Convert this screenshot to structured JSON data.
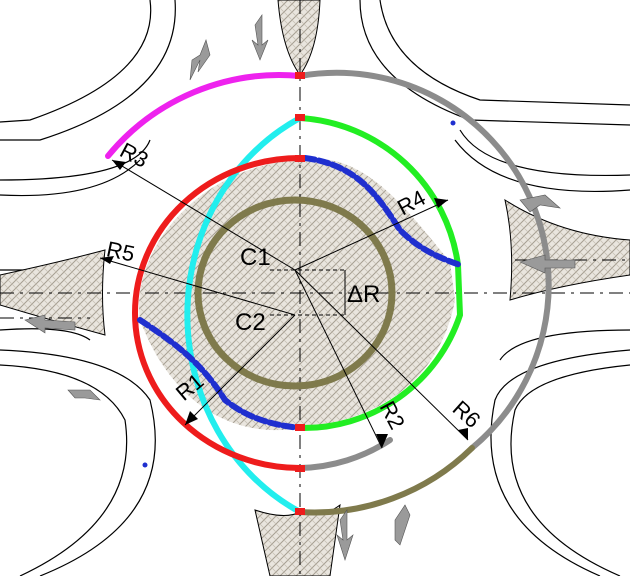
{
  "labels": {
    "c1": "C1",
    "c2": "C2",
    "delta_r": "ΔR",
    "r1": "R1",
    "r2": "R2",
    "r3": "R3",
    "r4": "R4",
    "r5": "R5",
    "r6": "R6"
  },
  "colors": {
    "inner_island": "#7f7a4c",
    "red_arc": "#ee1c1c",
    "green_arc": "#22ee22",
    "cyan_arc": "#22eeee",
    "magenta_arc": "#ee22ee",
    "gray_arc": "#8c8c8c",
    "olive_arc": "#7f7a4c",
    "blue_dash": "#1f2fcf",
    "hatch_fill": "#c8c2b6",
    "road_line": "#000000"
  },
  "icons": [
    "turn-arrow-icon",
    "straight-arrow-icon"
  ]
}
